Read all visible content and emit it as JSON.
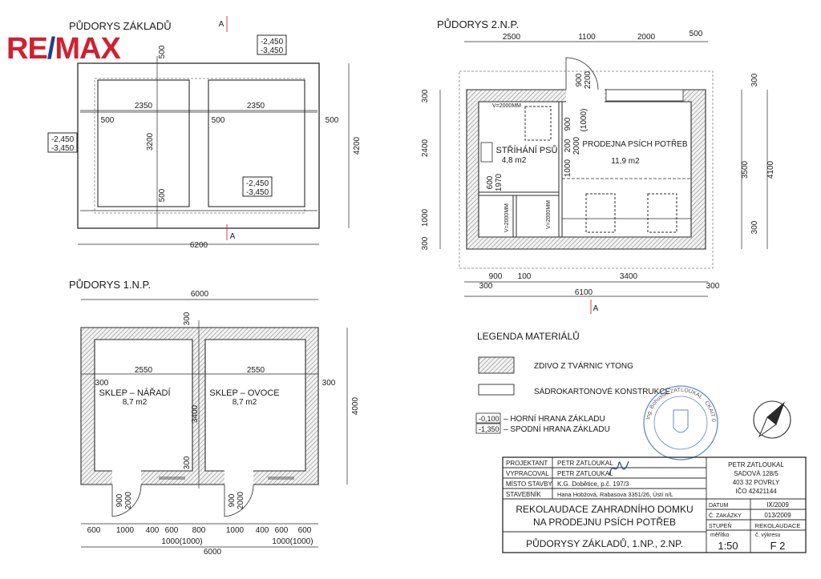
{
  "logo": {
    "re": "RE",
    "slash": "/",
    "max": "MAX",
    "re_color": "#d2202f",
    "slash_color": "#1f3f8f"
  },
  "colors": {
    "line": "#2a2a2a",
    "hatch": "#555555",
    "stamp": "#2f63b3",
    "signature": "#1e3f9c"
  },
  "foundation": {
    "title": "PŮDORYS ZÁKLADŮ",
    "section_mark": "A",
    "level_top": "-2,450",
    "level_bottom": "-3,450",
    "dims": {
      "top": "500",
      "left_cell": "2350",
      "right_cell": "2350",
      "left_inner": "500",
      "mid_inner": "500",
      "right_outer": "500",
      "height_inner": "3200",
      "bottom_inner": "500",
      "total_h": "4200",
      "total_w": "6200"
    }
  },
  "ground": {
    "title": "PŮDORYS 1.N.P.",
    "dims": {
      "total_top": "6000",
      "wall_top": "300",
      "room_w1": "2550",
      "room_w2": "2550",
      "wall_left": "300",
      "height_inner": "3400",
      "total_h": "4000",
      "wall_right": "300",
      "wall_mid": "300",
      "door_w": "900",
      "door_h": "2000",
      "total_bottom": "6000",
      "window": "1000(1000)"
    },
    "bottom_chain": [
      "600",
      "1000",
      "400",
      "600",
      "800",
      "1000",
      "400",
      "600",
      "600"
    ],
    "rooms": [
      {
        "name": "SKLEP – NÁŘADÍ",
        "area": "8,7 m2"
      },
      {
        "name": "SKLEP – OVOCE",
        "area": "8,7 m2"
      }
    ]
  },
  "upper": {
    "title": "PŮDORYS 2.N.P.",
    "top_chain": [
      "2500",
      "1100",
      "2000",
      "500"
    ],
    "door": {
      "w": "900",
      "h": "2200"
    },
    "left_chain": [
      "300",
      "2400",
      "1000",
      "300"
    ],
    "right_inner": [
      "300",
      "3500",
      "300"
    ],
    "right_total": "4100",
    "center_dims": [
      "900",
      "(1000)",
      "200",
      "1000",
      "2000"
    ],
    "cabinet": {
      "w": "600",
      "h": "1970"
    },
    "marks": [
      "V=2000MM",
      "V=2000MM",
      "V=2000MM"
    ],
    "rooms": [
      {
        "name": "STŘÍHÁNÍ PSŮ",
        "area": "4,8 m2"
      },
      {
        "name": "PRODEJNA PSÍCH POTŘEB",
        "area": "11,9 m2"
      }
    ],
    "bottom_chain": [
      "300",
      "900",
      "100",
      "3400",
      "300"
    ],
    "bottom_total": "6100"
  },
  "legend": {
    "title": "LEGENDA MATERIÁLŮ",
    "items": [
      "ZDIVO Z TVÁRNIC YTONG",
      "SÁDROKARTONOVÉ KONSTRUKCE"
    ],
    "levels": [
      {
        "code": "-0,100",
        "label": "– HORNÍ HRANA ZÁKLADU"
      },
      {
        "code": "-1,350",
        "label": "– SPODNÍ HRANA ZÁKLADU"
      }
    ]
  },
  "stamp": {
    "text": "Ing. Bohuslav ZATLOUKAL · CKAIT 0400833"
  },
  "titleblock": {
    "rows": [
      {
        "label": "PROJEKTANT",
        "value": "PETR ZATLOUKAL"
      },
      {
        "label": "VYPRACOVAL",
        "value": "PETR ZATLOUKAL"
      },
      {
        "label": "MÍSTO STAVBY",
        "value": "K.G. Dobětice, p.č. 197/3"
      },
      {
        "label": "STAVEBNÍK",
        "value": "Hana Hobžová, Rabasova 3351/26, Ústí n/L"
      }
    ],
    "company": [
      "PETR ZATLOUKAL",
      "SADOVÁ 128/5",
      "403 32 POVRLY",
      "IČO 42421144"
    ],
    "project": [
      "REKOLAUDACE ZAHRADNÍHO DOMKU",
      "NA PRODEJNU PSÍCH POTŘEB"
    ],
    "drawing": "PŮDORYSY ZÁKLADŮ, 1.NP., 2.NP.",
    "meta": [
      {
        "label": "DATUM",
        "value": "IX/2009"
      },
      {
        "label": "Č. ZAKÁZKY",
        "value": "013/2009"
      },
      {
        "label": "STUPEŇ",
        "value": "REKOLAUDACE"
      }
    ],
    "scale_label": "měřítko",
    "scale": "1:50",
    "sheet_label": "č. výkresu",
    "sheet": "F 2"
  }
}
